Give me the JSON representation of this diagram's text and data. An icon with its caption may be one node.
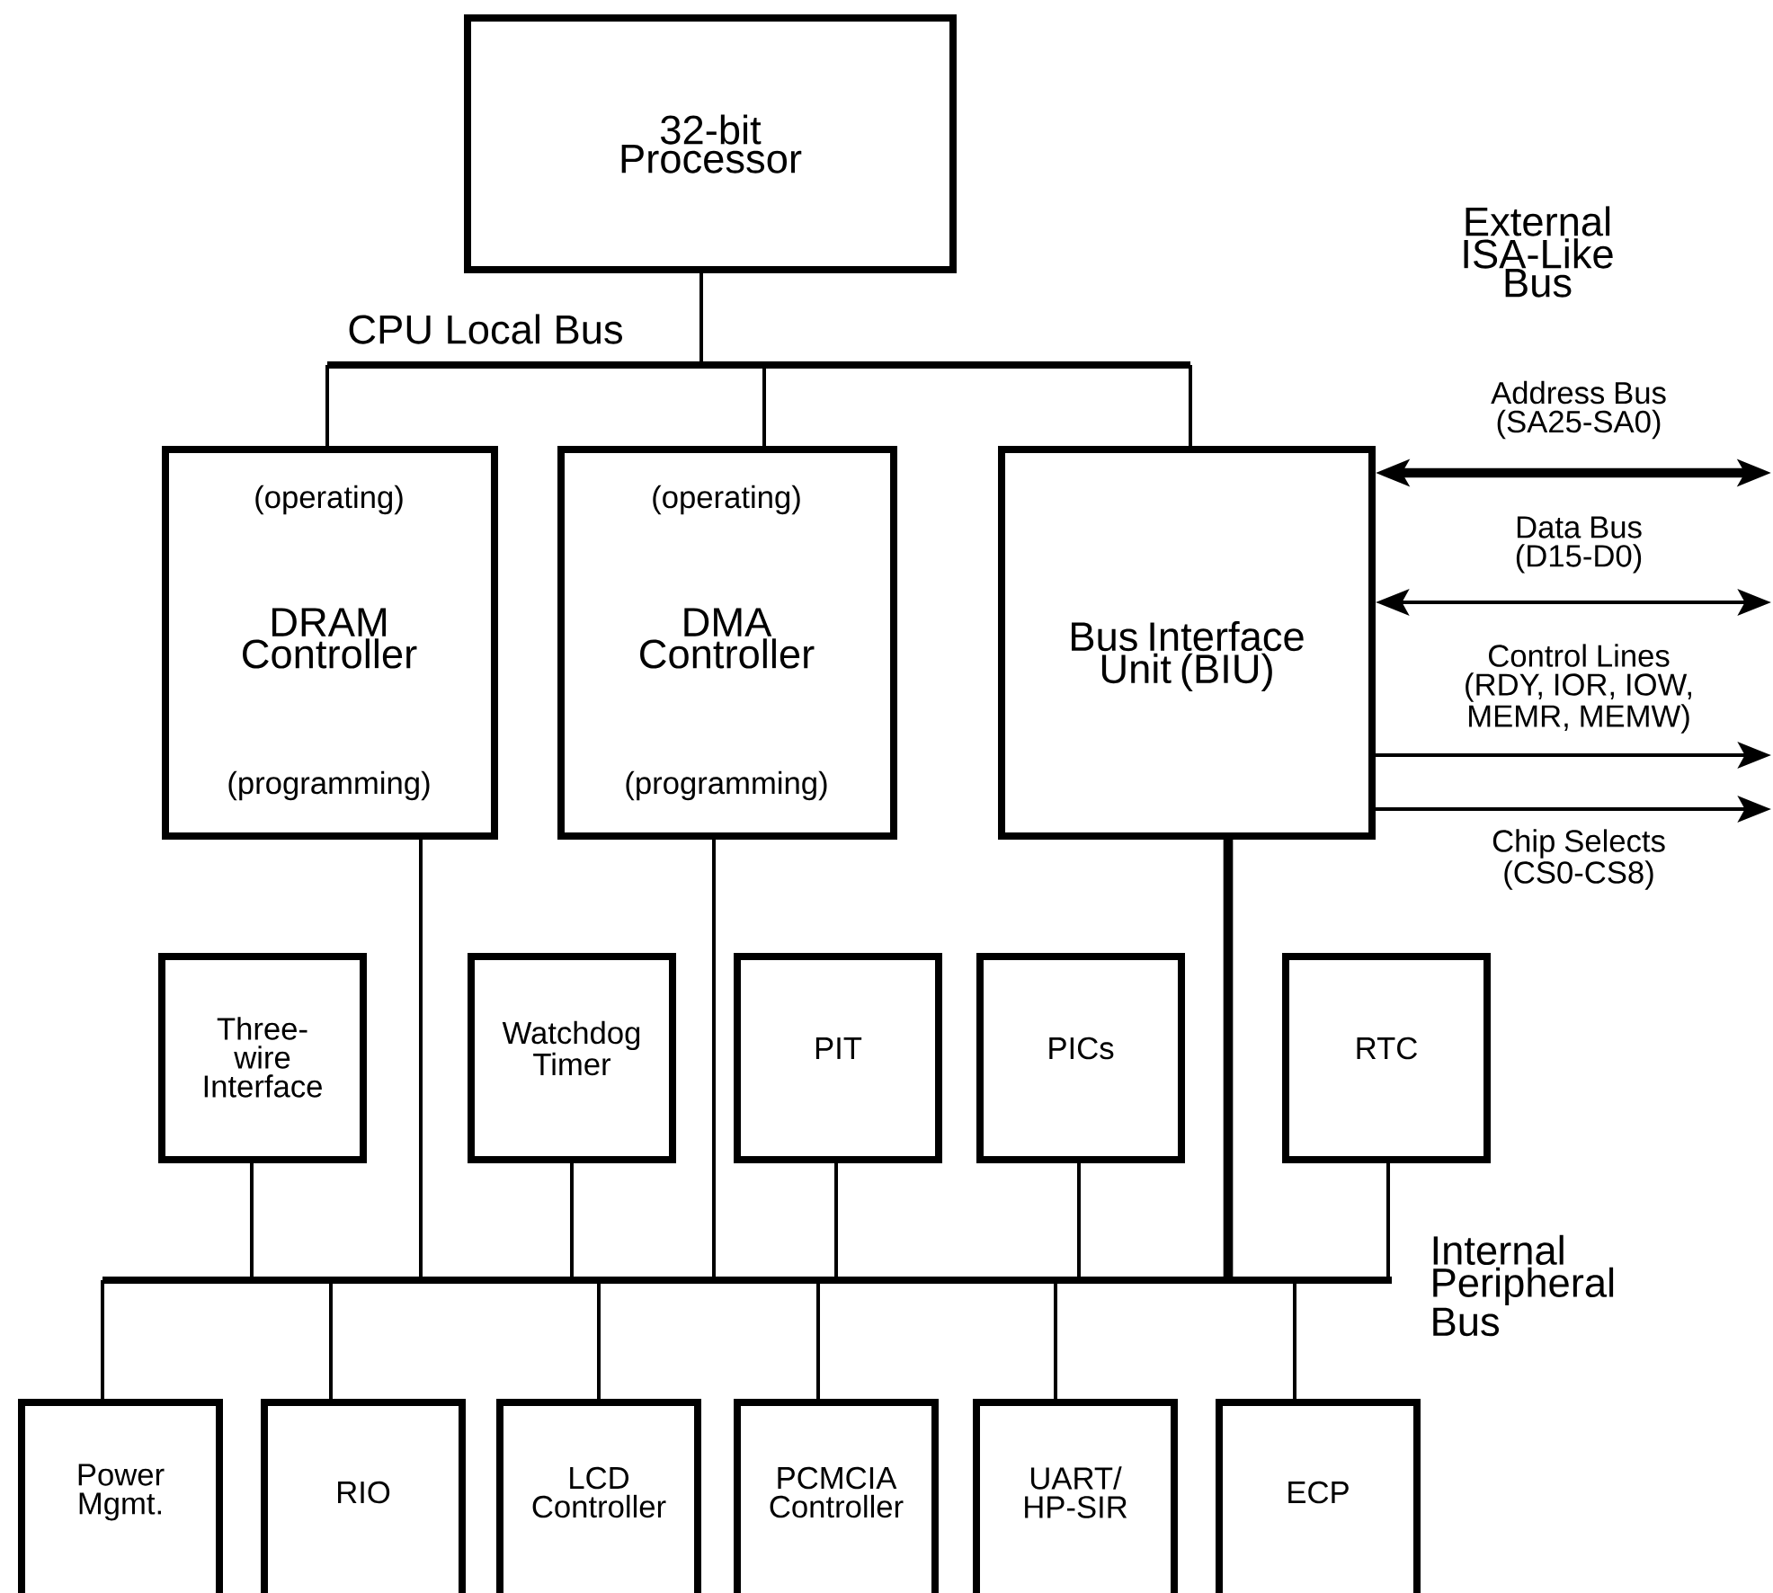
{
  "diagram": {
    "nodes": [
      {
        "text": [
          "32-bit Processor"
        ]
      },
      {
        "text": [],
        "shape": "bar",
        "beside": [
          "CPU Local Bus"
        ]
      },
      {
        "text": [
          "(operating)",
          "DRAM Controller",
          "(programming)"
        ]
      },
      {
        "text": [
          "(operating)",
          "DMA Controller",
          "(programming)"
        ]
      },
      {
        "text": [
          "Bus Interface Unit (BIU)"
        ]
      },
      {
        "text": [
          "Three-wire Interface"
        ]
      },
      {
        "text": [
          "Watchdog Timer"
        ]
      },
      {
        "text": [
          "PIT"
        ]
      },
      {
        "text": [
          "PICs"
        ]
      },
      {
        "text": [
          "RTC"
        ]
      },
      {
        "text": [],
        "shape": "bar",
        "beside": [
          "Internal Peripheral Bus"
        ]
      },
      {
        "text": [
          "Power Mgmt."
        ]
      },
      {
        "text": [
          "RIO"
        ]
      },
      {
        "text": [
          "LCD Controller"
        ]
      },
      {
        "text": [
          "PCMCIA Controller"
        ]
      },
      {
        "text": [
          "UART/ HP-SIR"
        ]
      },
      {
        "text": [
          "ECP"
        ]
      }
    ],
    "edges": [
      {
        "from": 0,
        "to": 1,
        "arrow": "none"
      },
      {
        "from": 1,
        "to": 2,
        "arrow": "none"
      },
      {
        "from": 1,
        "to": 3,
        "arrow": "none"
      },
      {
        "from": 1,
        "to": 4,
        "arrow": "none"
      },
      {
        "from": 2,
        "to": 10,
        "arrow": "none"
      },
      {
        "from": 3,
        "to": 10,
        "arrow": "none"
      },
      {
        "from": 4,
        "to": 10,
        "arrow": "none",
        "style": "thick"
      },
      {
        "from": 5,
        "to": 10,
        "arrow": "none"
      },
      {
        "from": 6,
        "to": 10,
        "arrow": "none"
      },
      {
        "from": 7,
        "to": 10,
        "arrow": "none"
      },
      {
        "from": 8,
        "to": 10,
        "arrow": "none"
      },
      {
        "from": 9,
        "to": 10,
        "arrow": "none"
      },
      {
        "from": 10,
        "to": 11,
        "arrow": "none"
      },
      {
        "from": 10,
        "to": 12,
        "arrow": "none"
      },
      {
        "from": 10,
        "to": 13,
        "arrow": "none"
      },
      {
        "from": 10,
        "to": 14,
        "arrow": "none"
      },
      {
        "from": 10,
        "to": 15,
        "arrow": "none"
      },
      {
        "from": 10,
        "to": 16,
        "arrow": "none"
      },
      {
        "from": 4,
        "to": null,
        "arrow": "both",
        "style": "thick",
        "label": "Address Bus (SA25-SA0)"
      },
      {
        "from": 4,
        "to": null,
        "arrow": "both",
        "label": "Data Bus (D15-D0)"
      },
      {
        "from": 4,
        "to": null,
        "arrow": "to",
        "label": "Control Lines (RDY, IOR, IOW, MEMR, MEMW)"
      },
      {
        "from": 4,
        "to": null,
        "arrow": "to",
        "label": "Chip Selects (CS0-CS8)"
      }
    ],
    "labels": [
      "External ISA-Like Bus"
    ]
  }
}
